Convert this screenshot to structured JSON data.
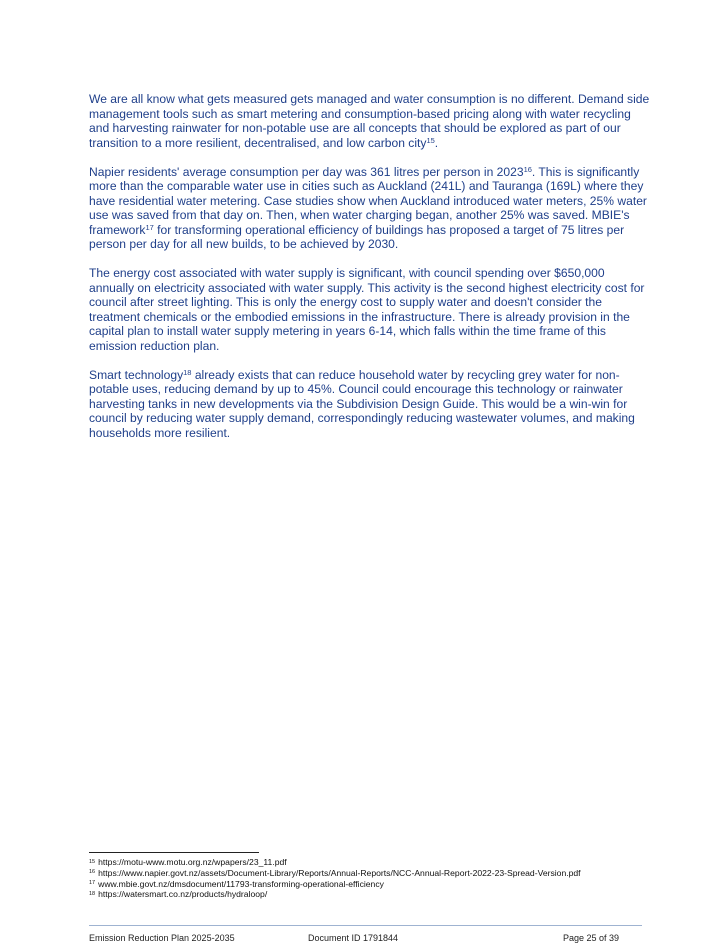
{
  "paragraphs": [
    {
      "id": "p1",
      "segments": [
        {
          "text": "We are all know what gets measured gets managed and water consumption is no different. Demand side management tools such as smart metering and consumption-based pricing along with water recycling and harvesting rainwater for non-potable use are all concepts that should be explored as part of our transition to a more resilient, decentralised, and low carbon city"
        },
        {
          "sup": "15"
        },
        {
          "text": "."
        }
      ]
    },
    {
      "id": "p2",
      "segments": [
        {
          "text": "Napier residents' average consumption per day was 361 litres per person in 2023"
        },
        {
          "sup": "16"
        },
        {
          "text": ". This is significantly more than the comparable water use in cities such as Auckland (241L) and Tauranga (169L) where they have residential water metering. Case studies show when Auckland introduced water meters, 25% water use was saved from that day on. Then, when water charging began, another 25% was saved. MBIE's framework"
        },
        {
          "sup": "17"
        },
        {
          "text": " for transforming operational efficiency of buildings has proposed a target of 75 litres per person per day for all new builds, to be achieved by 2030."
        }
      ]
    },
    {
      "id": "p3",
      "segments": [
        {
          "text": "The energy cost associated with water supply is significant, with council spending over $650,000 annually on electricity associated with water supply. This activity is the second highest electricity cost for council after street lighting. This is only the energy cost to supply water and doesn't consider the treatment chemicals or the embodied emissions in the infrastructure.  There is already provision in the capital plan to install water supply metering in years 6-14, which falls within the time frame of this emission reduction plan."
        }
      ]
    },
    {
      "id": "p4",
      "segments": [
        {
          "text": "Smart technology"
        },
        {
          "sup": "18"
        },
        {
          "text": " already exists that can reduce household water by recycling grey water for non-potable uses, reducing demand by up to 45%. Council could encourage this technology or rainwater harvesting tanks in new developments via the Subdivision Design Guide. This would be a win-win for council by reducing water supply demand, correspondingly reducing wastewater volumes, and making households more resilient."
        }
      ]
    }
  ],
  "footnotes": [
    {
      "num": "15",
      "text": "https://motu-www.motu.org.nz/wpapers/23_11.pdf"
    },
    {
      "num": "16",
      "text": "https://www.napier.govt.nz/assets/Document-Library/Reports/Annual-Reports/NCC-Annual-Report-2022-23-Spread-Version.pdf"
    },
    {
      "num": "17",
      "text": "www.mbie.govt.nz/dmsdocument/11793-transforming-operational-efficiency"
    },
    {
      "num": "18",
      "text": "https://watersmart.co.nz/products/hydraloop/"
    }
  ],
  "footer": {
    "left": "Emission Reduction Plan 2025-2035",
    "center": "Document ID 1791844",
    "right": "Page 25 of 39"
  },
  "colors": {
    "body_text": "#1f3f8a",
    "footer_rule": "#9fb3d1"
  }
}
